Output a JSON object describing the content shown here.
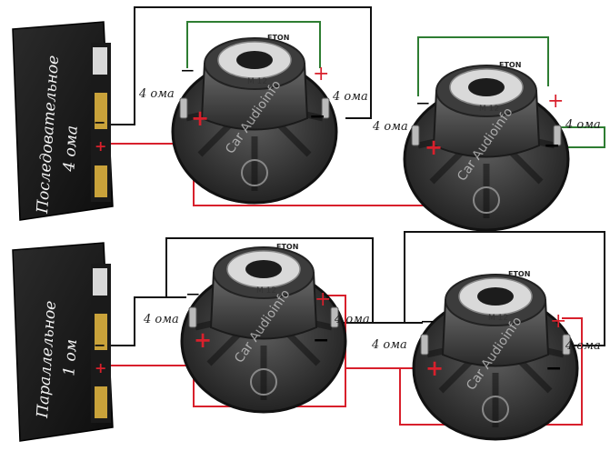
{
  "amplifiers": [
    {
      "line1": "Последовательное",
      "line2": "4 ома"
    },
    {
      "line1": "Параллельное",
      "line2": "1 ом"
    }
  ],
  "impedance_label": "4 ома",
  "speaker": {
    "brand": "ETON",
    "model": "M 12"
  },
  "watermark": "Car Audioinfo",
  "colors": {
    "red_wire": "#d8202c",
    "green_wire": "#2e7d32",
    "black_wire": "#111111"
  }
}
